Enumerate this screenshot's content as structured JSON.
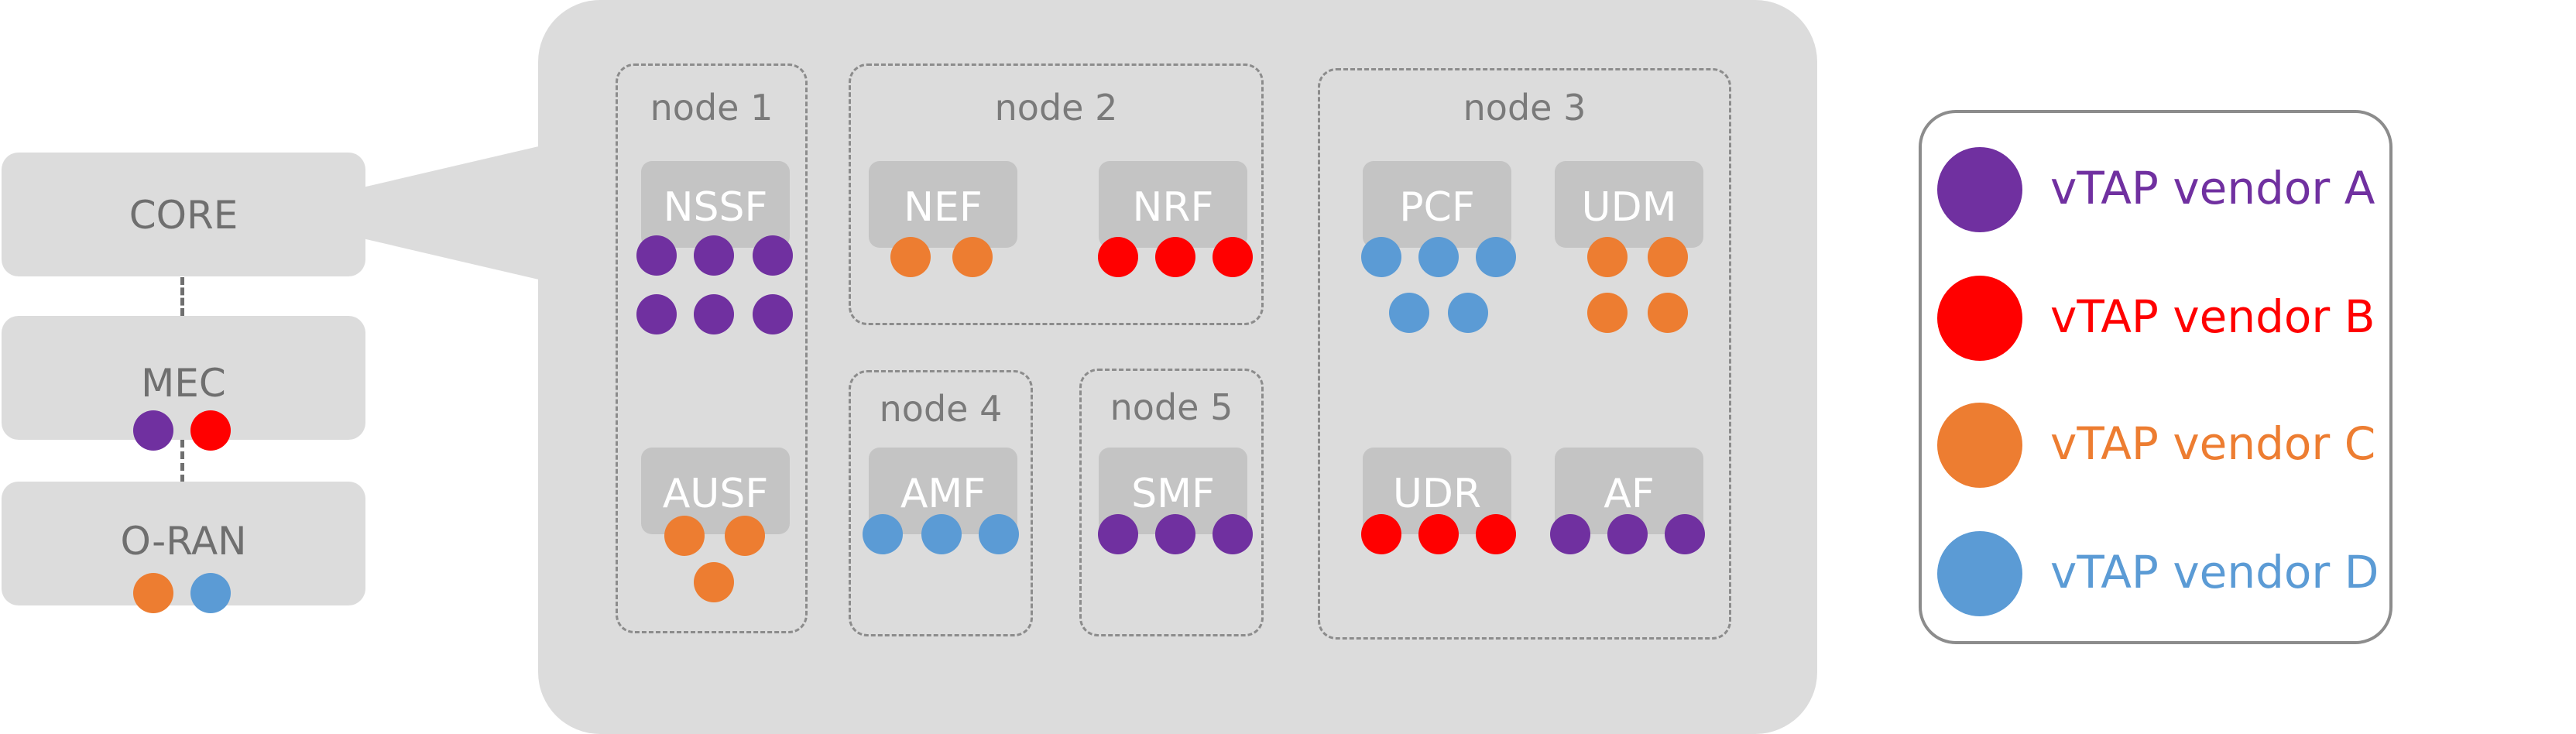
{
  "colors": {
    "A": "#7030a0",
    "B": "#ff0000",
    "C": "#ed7d31",
    "D": "#5b9bd5"
  },
  "tiers": [
    {
      "name": "CORE",
      "dots": []
    },
    {
      "name": "MEC",
      "dots": [
        "A",
        "B"
      ]
    },
    {
      "name": "O-RAN",
      "dots": [
        "C",
        "D"
      ]
    }
  ],
  "nodes": [
    {
      "name": "node 1"
    },
    {
      "name": "node 2"
    },
    {
      "name": "node 3"
    },
    {
      "name": "node 4"
    },
    {
      "name": "node 5"
    }
  ],
  "functions": [
    {
      "name": "NSSF",
      "dots": [
        "A",
        "A",
        "A",
        "A",
        "A",
        "A"
      ]
    },
    {
      "name": "AUSF",
      "dots": [
        "C",
        "C",
        "C"
      ]
    },
    {
      "name": "NEF",
      "dots": [
        "C",
        "C"
      ]
    },
    {
      "name": "NRF",
      "dots": [
        "B",
        "B",
        "B"
      ]
    },
    {
      "name": "AMF",
      "dots": [
        "D",
        "D",
        "D"
      ]
    },
    {
      "name": "SMF",
      "dots": [
        "A",
        "A",
        "A"
      ]
    },
    {
      "name": "PCF",
      "dots": [
        "D",
        "D",
        "D",
        "D",
        "D"
      ]
    },
    {
      "name": "UDM",
      "dots": [
        "C",
        "C",
        "C",
        "C"
      ]
    },
    {
      "name": "UDR",
      "dots": [
        "B",
        "B",
        "B"
      ]
    },
    {
      "name": "AF",
      "dots": [
        "A",
        "A",
        "A"
      ]
    }
  ],
  "legend": [
    {
      "key": "A",
      "label": "vTAP vendor A",
      "color": "#7030a0"
    },
    {
      "key": "B",
      "label": "vTAP vendor B",
      "color": "#ff0000"
    },
    {
      "key": "C",
      "label": "vTAP vendor C",
      "color": "#ed7d31"
    },
    {
      "key": "D",
      "label": "vTAP vendor D",
      "color": "#5b9bd5"
    }
  ]
}
